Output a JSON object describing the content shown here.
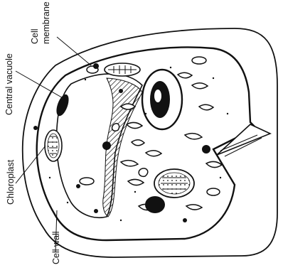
{
  "labels": {
    "cell_membrane_line1": "Cell",
    "cell_membrane_line2": "membrane",
    "central_vacuole": "Central vacuole",
    "chloroplast": "Chloroplast",
    "cell_wall": "Cell wall"
  },
  "colors": {
    "ink": "#111111",
    "background": "#ffffff"
  }
}
